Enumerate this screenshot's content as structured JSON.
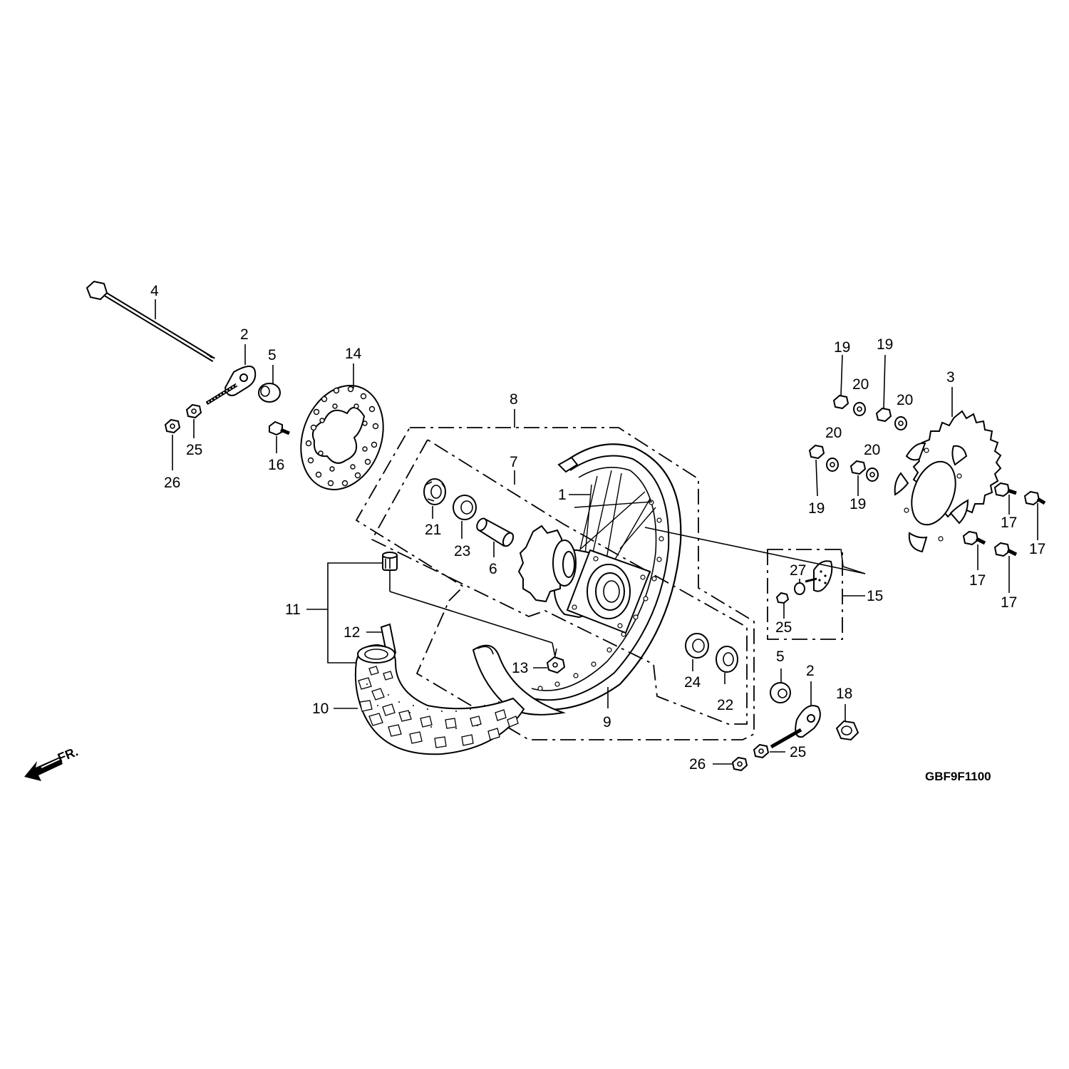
{
  "diagram": {
    "code": "GBF9F1100",
    "direction_label": "FR.",
    "callouts": [
      "1",
      "2",
      "3",
      "4",
      "5",
      "6",
      "7",
      "8",
      "9",
      "10",
      "11",
      "12",
      "13",
      "14",
      "15",
      "16",
      "17",
      "18",
      "19",
      "20",
      "21",
      "22",
      "23",
      "24",
      "25",
      "26",
      "27"
    ]
  }
}
